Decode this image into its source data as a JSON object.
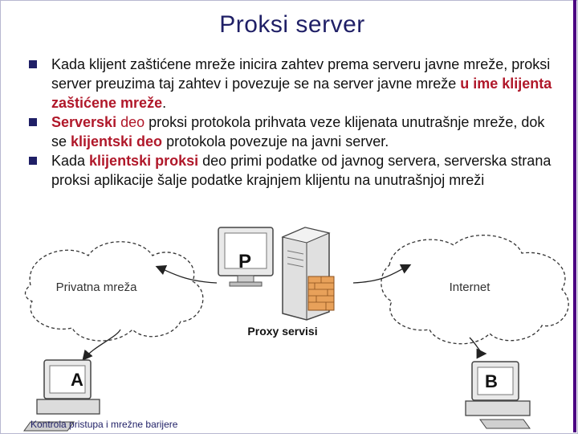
{
  "slide": {
    "title": "Proksi server",
    "footer": "Kontrola pristupa i mrežne barijere"
  },
  "bullets": [
    {
      "parts": [
        {
          "text": "Kada klijent zaštićene mreže inicira zahtev prema serveru javne mreže, proksi server preuzima taj zahtev i povezuje se na server javne mreže ",
          "style": "normal"
        },
        {
          "text": "u ime klijenta zaštićene mreže",
          "style": "red-bold"
        },
        {
          "text": ".",
          "style": "normal"
        }
      ]
    },
    {
      "parts": [
        {
          "text": "Serverski",
          "style": "red-bold"
        },
        {
          "text": " deo",
          "style": "red"
        },
        {
          "text": " proksi protokola prihvata veze klijenata unutrašnje mreže, dok se ",
          "style": "normal"
        },
        {
          "text": "klijentski deo",
          "style": "red-bold"
        },
        {
          "text": " protokola povezuje na javni server.",
          "style": "normal"
        }
      ]
    },
    {
      "parts": [
        {
          "text": "Kada ",
          "style": "normal"
        },
        {
          "text": "klijentski proksi",
          "style": "red-bold"
        },
        {
          "text": " deo primi podatke od javnog servera, serverska strana proksi aplikacije šalje podatke krajnjem klijentu na unutrašnjoj mreži",
          "style": "normal"
        }
      ]
    }
  ],
  "diagram": {
    "private_network_label": "Privatna mreža",
    "internet_label": "Internet",
    "proxy_label": "Proxy servisi",
    "proxy_monitor_letter": "P",
    "client_a_letter": "A",
    "client_b_letter": "B"
  },
  "colors": {
    "title": "#1f1f66",
    "highlight": "#b0182a",
    "frame_accent": "#4b0082"
  }
}
